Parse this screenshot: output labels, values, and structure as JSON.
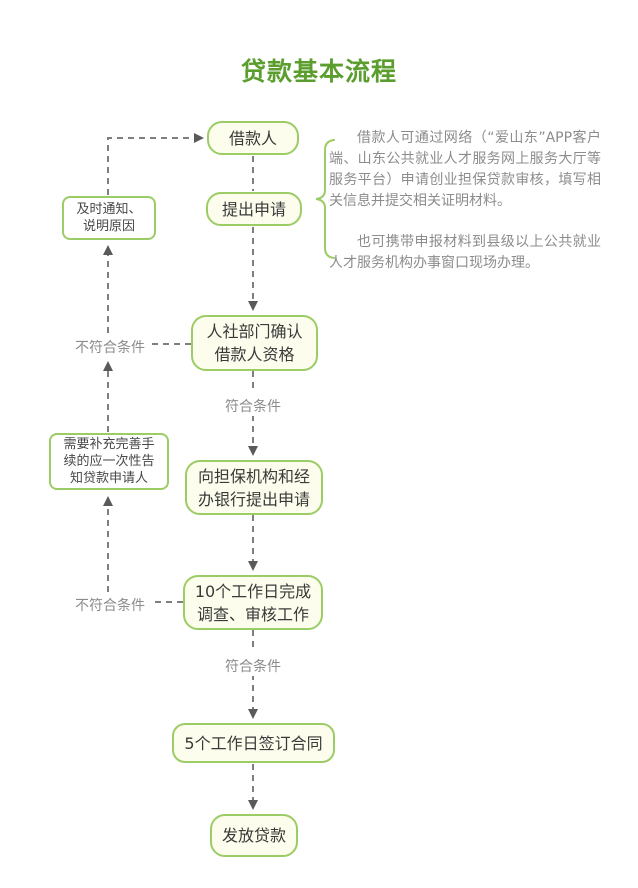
{
  "title": "贷款基本流程",
  "flow": {
    "borrower": "借款人",
    "apply": "提出申请",
    "confirm": "人社部门确认\n借款人资格",
    "guarantee": "向担保机构和经\n办银行提出申请",
    "review": "10个工作日完成\n调查、审核工作",
    "contract": "5个工作日签订合同",
    "issue": "发放贷款"
  },
  "side": {
    "notify": "及时通知、\n说明原因",
    "supplement": "需要补充完善手\n续的应一次性告\n知贷款申请人"
  },
  "labels": {
    "reject_1": "不符合条件",
    "pass_1": "符合条件",
    "reject_2": "不符合条件",
    "pass_2": "符合条件"
  },
  "annotations": {
    "para_1": "借款人可通过网络（“爱山东”APP客户端、山东公共就业人才服务网上服务大厅等服务平台）申请创业担保贷款审核，填写相关信息并提交相关证明材料。",
    "para_2": "也可携带申报材料到县级以上公共就业人才服务机构办事窗口现场办理。"
  },
  "colors": {
    "title_green": "#5b9e2e",
    "node_border_green": "#9ccc65",
    "node_fill": "#fcfdec",
    "connector_gray": "#7f7f7f",
    "arrowhead_gray": "#5a5a5a",
    "label_gray": "#8c8c8c"
  }
}
